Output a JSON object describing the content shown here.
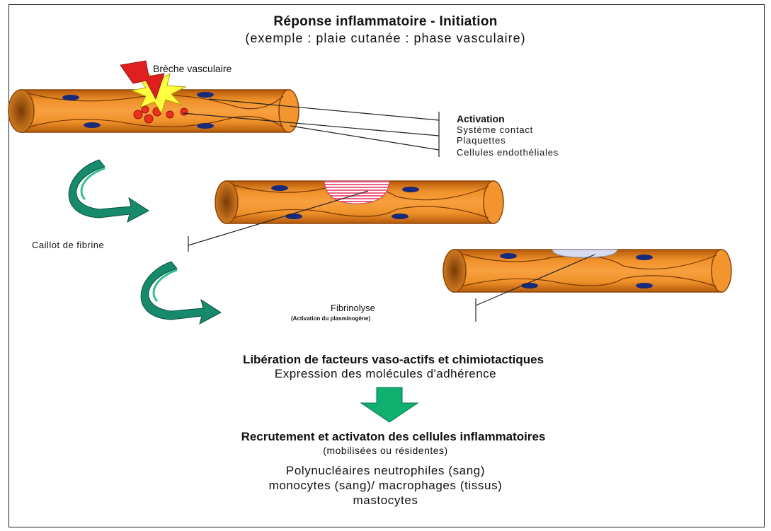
{
  "title": "Réponse inflammatoire - Initiation",
  "subtitle": "(exemple : plaie cutanée : phase vasculaire)",
  "labels": {
    "breche": "Brèche vasculaire",
    "activation_title": "Activation",
    "activation_items": [
      "Système contact",
      "Plaquettes",
      "Cellules endothéliales"
    ],
    "caillot": "Caillot de fibrine",
    "fibrinolyse": "Fibrinolyse",
    "fibrinolyse_sub": "(Activation du plasminogène)"
  },
  "liberation": {
    "title": "Libération de facteurs vaso-actifs et chimiotactiques",
    "subtitle": "Expression des molécules d'adhérence"
  },
  "recrutement": {
    "title": "Recrutement et activaton des cellules inflammatoires",
    "subtitle": "(mobilisées ou résidentes)",
    "cells": [
      "Polynucléaires neutrophiles (sang)",
      "monocytes (sang)/ macrophages (tissus)",
      "mastocytes"
    ]
  },
  "colors": {
    "vessel": "#e8841c",
    "vessel_dark": "#9a4b0a",
    "nucleus": "#1a2a7a",
    "teal_arrow": "#168a6a",
    "green_arrow": "#10b070",
    "spark": "#ffff40",
    "bolt": "#e02020",
    "clot": "#f06080",
    "fibrinolysis": "#d8dcf0"
  }
}
